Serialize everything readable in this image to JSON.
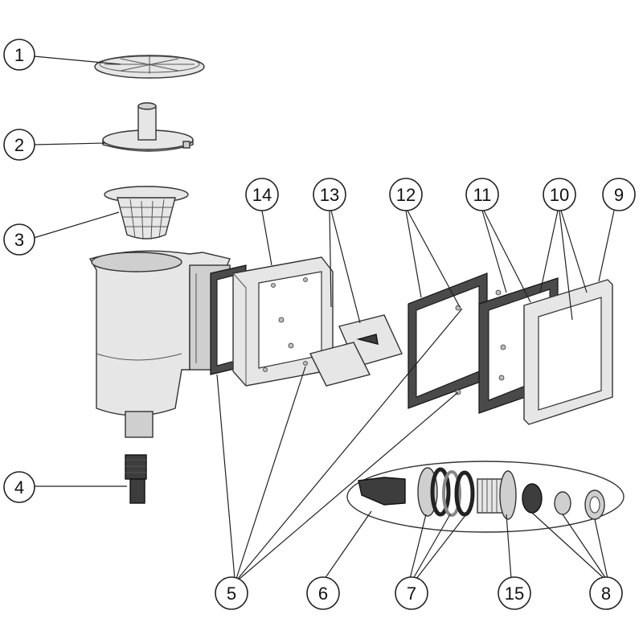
{
  "diagram": {
    "callouts": [
      {
        "id": "c1",
        "label": "1"
      },
      {
        "id": "c2",
        "label": "2"
      },
      {
        "id": "c3",
        "label": "3"
      },
      {
        "id": "c4",
        "label": "4"
      },
      {
        "id": "c5",
        "label": "5"
      },
      {
        "id": "c6",
        "label": "6"
      },
      {
        "id": "c7",
        "label": "7"
      },
      {
        "id": "c8",
        "label": "8"
      },
      {
        "id": "c9",
        "label": "9"
      },
      {
        "id": "c10",
        "label": "10"
      },
      {
        "id": "c11",
        "label": "11"
      },
      {
        "id": "c12",
        "label": "12"
      },
      {
        "id": "c13",
        "label": "13"
      },
      {
        "id": "c14",
        "label": "14"
      },
      {
        "id": "c15",
        "label": "15"
      }
    ]
  }
}
